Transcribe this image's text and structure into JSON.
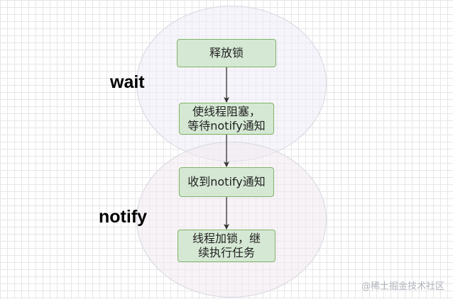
{
  "labels": {
    "wait": "wait",
    "notify": "notify"
  },
  "nodes": {
    "release_lock": "释放锁",
    "block_line1": "使线程阻塞，",
    "block_line2": "等待notify通知",
    "receive_notify": "收到notify通知",
    "lock_line1": "线程加锁，继",
    "lock_line2": "续执行任务"
  },
  "watermark": "@稀土掘金技术社区",
  "colors": {
    "node_fill": "#d5e8d4",
    "node_stroke": "#82b366",
    "arrow": "#333333"
  }
}
